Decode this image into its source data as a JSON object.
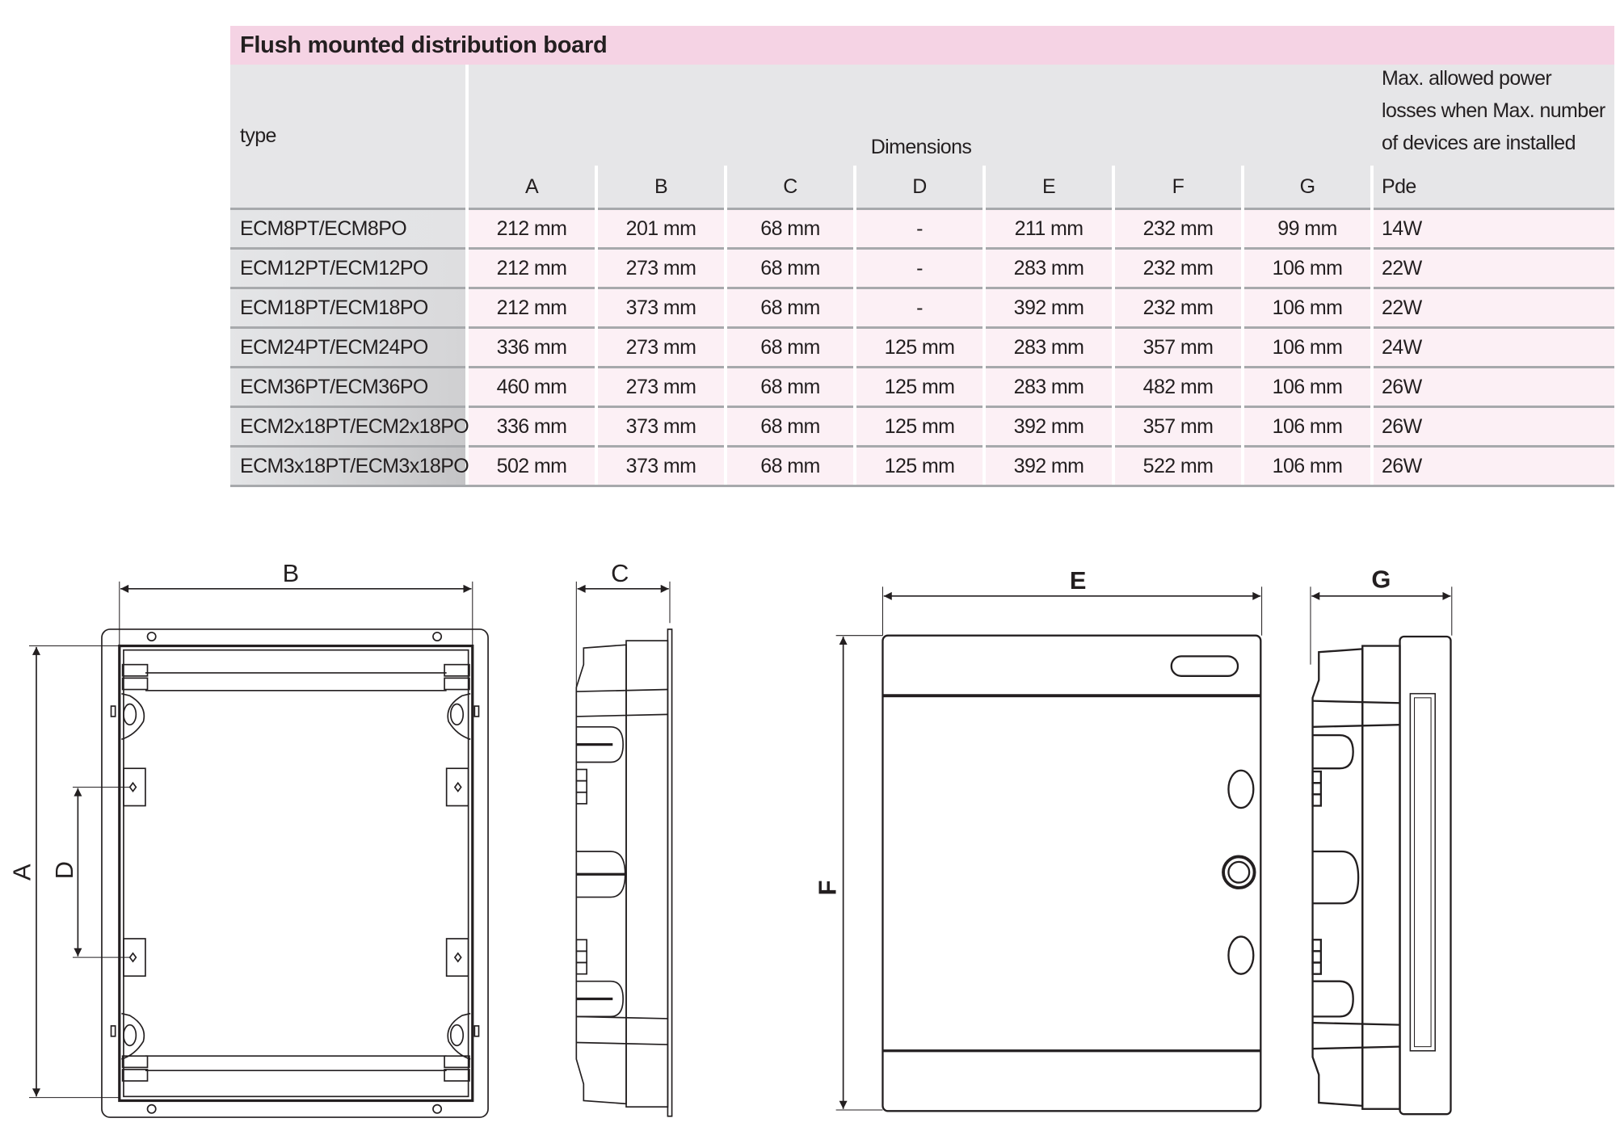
{
  "table": {
    "title": "Flush mounted distribution board",
    "header": {
      "type": "type",
      "dimensions": "Dimensions",
      "columns": [
        "A",
        "B",
        "C",
        "D",
        "E",
        "F",
        "G"
      ],
      "pde_description": [
        "Max. allowed power",
        "losses when Max. number",
        "of devices are installed"
      ],
      "pde": "Pde"
    },
    "rows": [
      {
        "type": "ECM8PT/ECM8PO",
        "values": [
          "212 mm",
          "201 mm",
          "68 mm",
          "-",
          "211 mm",
          "232 mm",
          "99 mm"
        ],
        "pde": "14W"
      },
      {
        "type": "ECM12PT/ECM12PO",
        "values": [
          "212 mm",
          "273 mm",
          "68 mm",
          "-",
          "283 mm",
          "232 mm",
          "106 mm"
        ],
        "pde": "22W"
      },
      {
        "type": "ECM18PT/ECM18PO",
        "values": [
          "212 mm",
          "373 mm",
          "68 mm",
          "-",
          "392 mm",
          "232 mm",
          "106 mm"
        ],
        "pde": "22W"
      },
      {
        "type": "ECM24PT/ECM24PO",
        "values": [
          "336 mm",
          "273 mm",
          "68 mm",
          "125 mm",
          "283 mm",
          "357 mm",
          "106 mm"
        ],
        "pde": "24W"
      },
      {
        "type": "ECM36PT/ECM36PO",
        "values": [
          "460 mm",
          "273 mm",
          "68 mm",
          "125 mm",
          "283 mm",
          "482 mm",
          "106 mm"
        ],
        "pde": "26W"
      },
      {
        "type": "ECM2x18PT/ECM2x18PO",
        "values": [
          "336 mm",
          "373 mm",
          "68 mm",
          "125 mm",
          "392 mm",
          "357 mm",
          "106 mm"
        ],
        "pde": "26W"
      },
      {
        "type": "ECM3x18PT/ECM3x18PO",
        "values": [
          "502 mm",
          "373 mm",
          "68 mm",
          "125 mm",
          "392 mm",
          "522 mm",
          "106 mm"
        ],
        "pde": "26W"
      }
    ]
  },
  "drawings": {
    "labels": {
      "A": "A",
      "B": "B",
      "C": "C",
      "D": "D",
      "E": "E",
      "F": "F",
      "G": "G"
    }
  },
  "colors": {
    "title_band": "#f5d3e4",
    "header": "#e6e6e8",
    "cell": "#fcf0f5",
    "rule": "#a7a9ac"
  }
}
